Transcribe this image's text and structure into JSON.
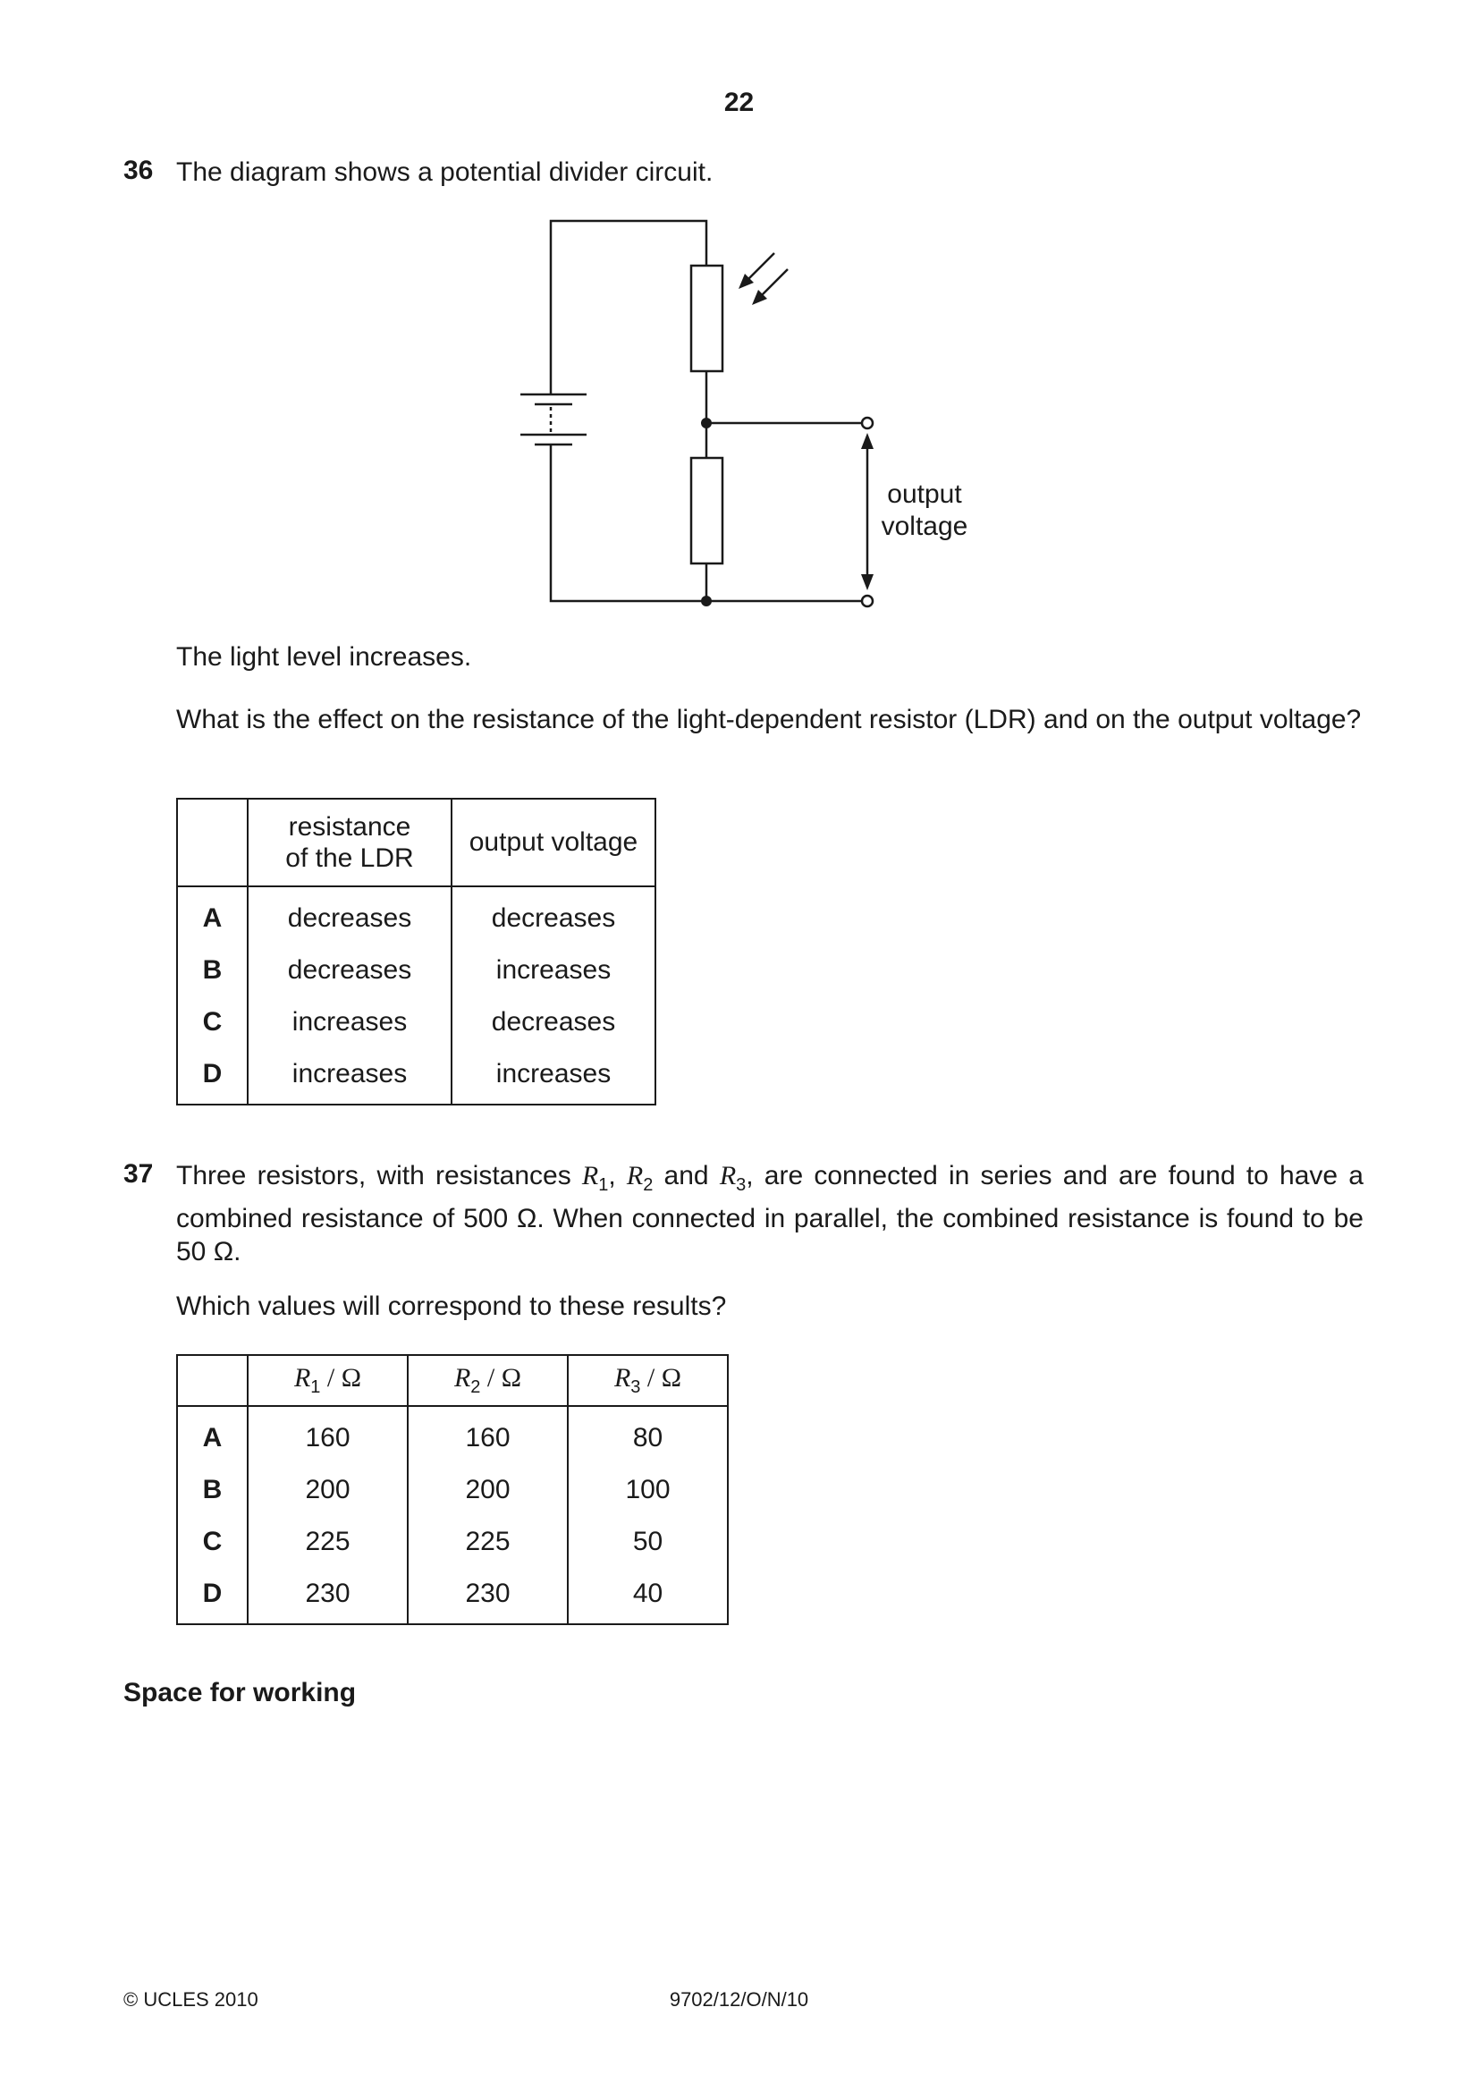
{
  "page_number": "22",
  "q36": {
    "number": "36",
    "intro": "The diagram shows a potential divider circuit.",
    "diagram_label_line1": "output",
    "diagram_label_line2": "voltage",
    "statement": "The light level increases.",
    "question": "What is the effect on the resistance of the light-dependent resistor (LDR) and on the output voltage?",
    "table": {
      "header_col1_line1": "resistance",
      "header_col1_line2": "of the LDR",
      "header_col2": "output voltage",
      "rows": [
        {
          "key": "A",
          "c1": "decreases",
          "c2": "decreases"
        },
        {
          "key": "B",
          "c1": "decreases",
          "c2": "increases"
        },
        {
          "key": "C",
          "c1": "increases",
          "c2": "decreases"
        },
        {
          "key": "D",
          "c1": "increases",
          "c2": "increases"
        }
      ]
    }
  },
  "q37": {
    "number": "37",
    "text_part1": "Three resistors, with resistances ",
    "r1": "R",
    "r1_sub": "1",
    "sep1": ", ",
    "r2": "R",
    "r2_sub": "2",
    "sep2": " and ",
    "r3": "R",
    "r3_sub": "3",
    "text_part2": ", are connected in series and are found to have a combined resistance of 500 Ω. When connected in parallel, the combined resistance is found to be 50 Ω.",
    "question": "Which values will correspond to these results?",
    "table": {
      "headers": [
        {
          "sym": "R",
          "sub": "1",
          "unit": " / Ω"
        },
        {
          "sym": "R",
          "sub": "2",
          "unit": " / Ω"
        },
        {
          "sym": "R",
          "sub": "3",
          "unit": " / Ω"
        }
      ],
      "rows": [
        {
          "key": "A",
          "r1": "160",
          "r2": "160",
          "r3": "80"
        },
        {
          "key": "B",
          "r1": "200",
          "r2": "200",
          "r3": "100"
        },
        {
          "key": "C",
          "r1": "225",
          "r2": "225",
          "r3": "50"
        },
        {
          "key": "D",
          "r1": "230",
          "r2": "230",
          "r3": "40"
        }
      ]
    }
  },
  "space_for_working": "Space for working",
  "footer": {
    "copyright": "© UCLES 2010",
    "code": "9702/12/O/N/10"
  }
}
